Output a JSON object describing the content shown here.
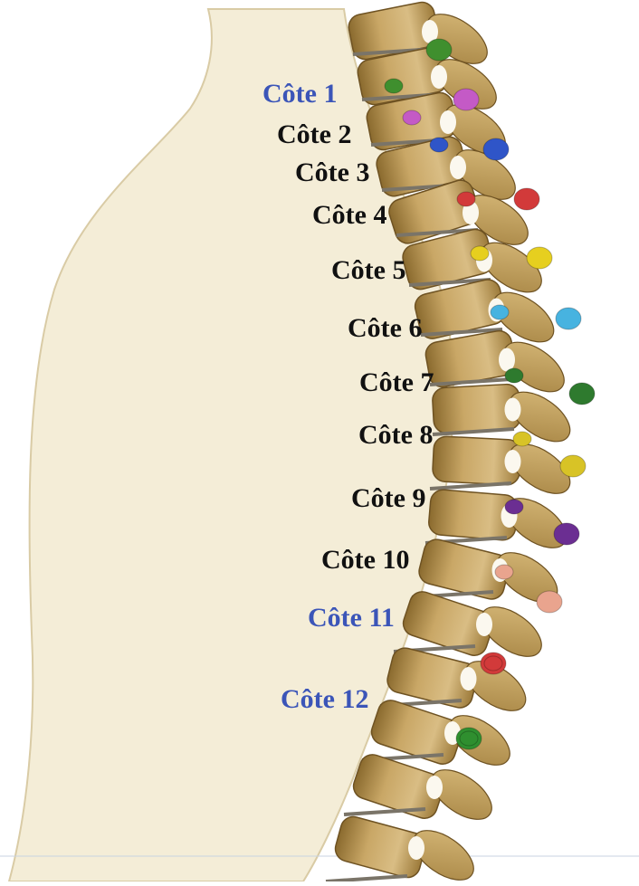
{
  "colors": {
    "label_black": "#111111",
    "label_blue": "#3b55b8",
    "background": "#f5efdc",
    "bone": "#c9a766",
    "bone_dark": "#7d5f2a"
  },
  "ribs": [
    {
      "label": "Côte 1",
      "tone": "blue",
      "spot": "#3f8f2e",
      "spot2": "#3f8f2e"
    },
    {
      "label": "Côte 2",
      "tone": "black",
      "spot": "#c45ac6",
      "spot2": "#c45ac6"
    },
    {
      "label": "Côte 3",
      "tone": "black",
      "spot": "#2f55c8",
      "spot2": "#2f55c8"
    },
    {
      "label": "Côte 4",
      "tone": "black",
      "spot": "#d23a3a",
      "spot2": "#d23a3a"
    },
    {
      "label": "Côte 5",
      "tone": "black",
      "spot": "#e6cf1f",
      "spot2": "#e6cf1f"
    },
    {
      "label": "Côte 6",
      "tone": "black",
      "spot": "#47b3e0",
      "spot2": "#47b3e0"
    },
    {
      "label": "Côte 7",
      "tone": "black",
      "spot": "#2e7a2e",
      "spot2": "#2e7a2e"
    },
    {
      "label": "Côte 8",
      "tone": "black",
      "spot": "#d8c326",
      "spot2": "#d8c326"
    },
    {
      "label": "Côte 9",
      "tone": "black",
      "spot": "#6b2e92",
      "spot2": "#6b2e92"
    },
    {
      "label": "Côte 10",
      "tone": "black",
      "spot": "#e9a48e",
      "spot2": "#e9a48e"
    },
    {
      "label": "Côte 11",
      "tone": "blue",
      "spot": "#d23a3a",
      "spot2": "#d23a3a"
    },
    {
      "label": "Côte 12",
      "tone": "blue",
      "spot": "#2f8f2f",
      "spot2": "#2f8f2f"
    }
  ]
}
